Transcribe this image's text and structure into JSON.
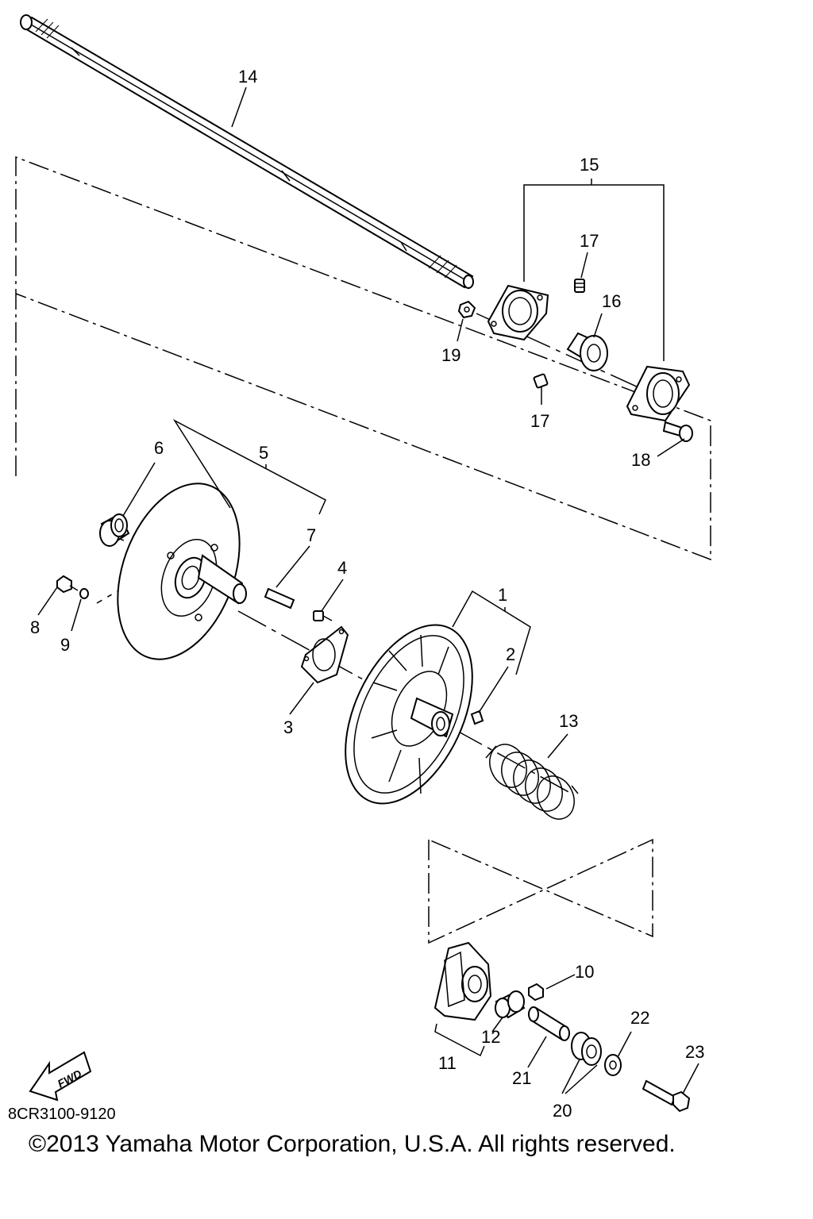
{
  "diagram": {
    "catalog_code": "8CR3100-9120",
    "copyright": "©2013 Yamaha Motor Corporation, U.S.A. All rights reserved.",
    "fwd_label": "FWD",
    "callouts": {
      "c1": "1",
      "c2": "2",
      "c3": "3",
      "c4": "4",
      "c5": "5",
      "c6": "6",
      "c7": "7",
      "c8": "8",
      "c9": "9",
      "c10": "10",
      "c11": "11",
      "c12": "12",
      "c13": "13",
      "c14": "14",
      "c15": "15",
      "c16": "16",
      "c17a": "17",
      "c17b": "17",
      "c18": "18",
      "c19": "19",
      "c20": "20",
      "c21": "21",
      "c22": "22",
      "c23": "23"
    }
  }
}
